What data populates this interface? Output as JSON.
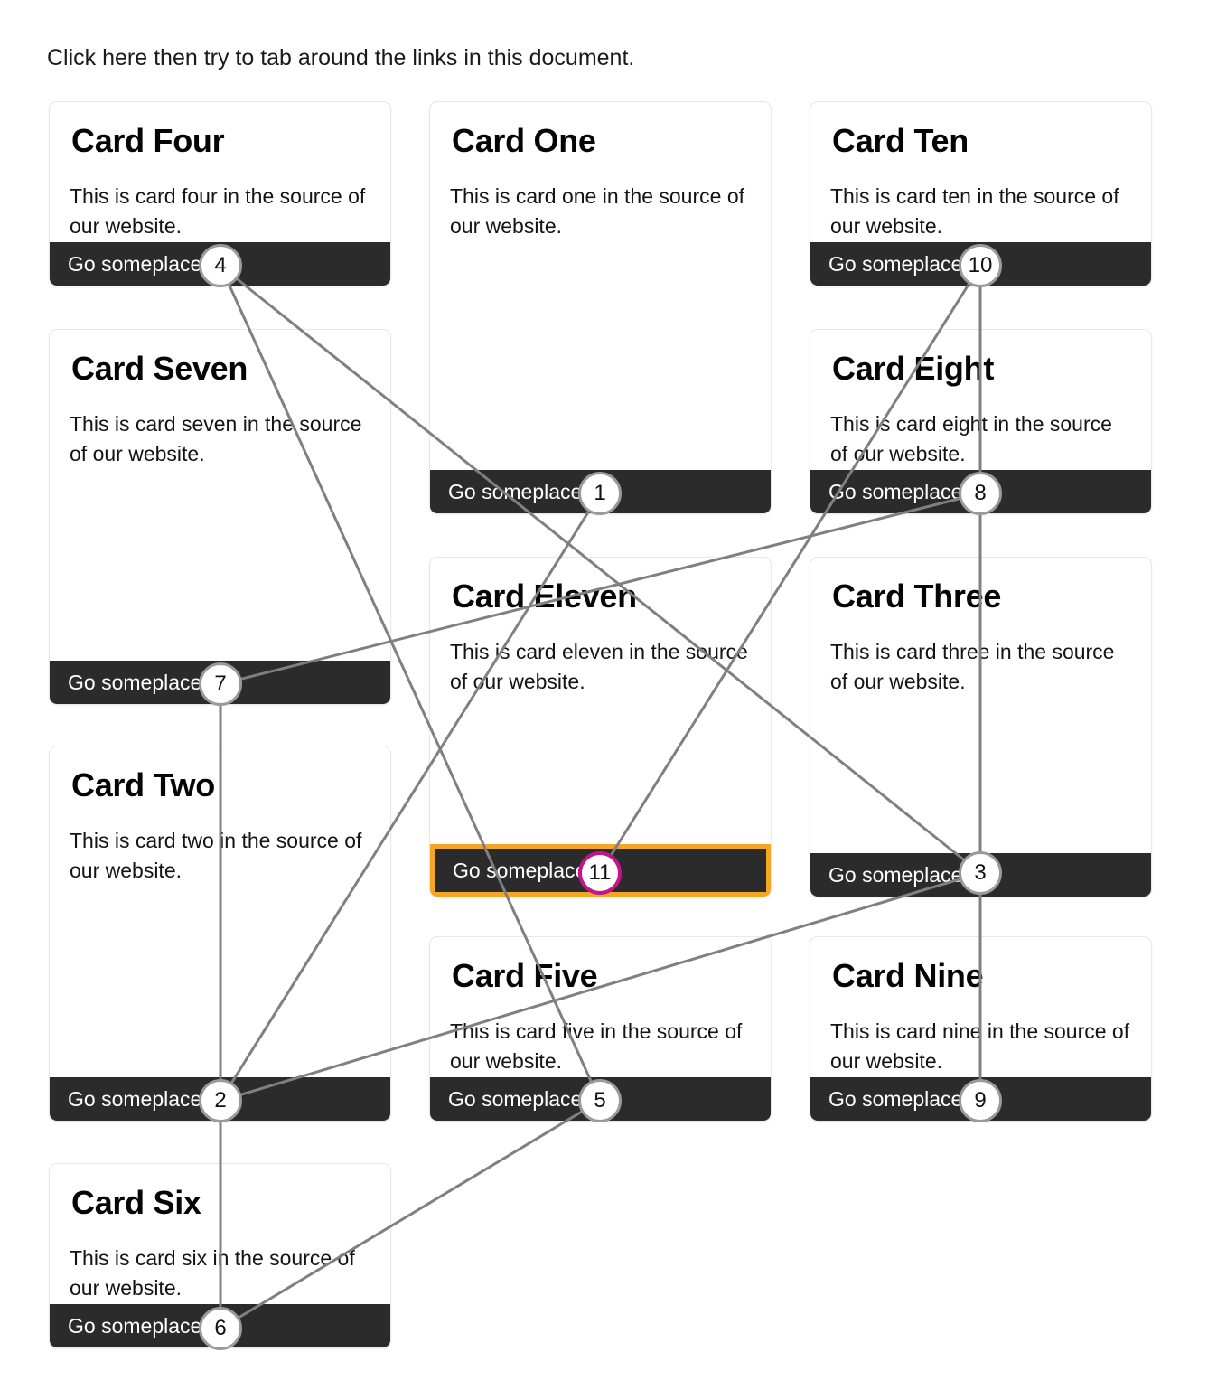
{
  "page": {
    "intro": "Click here then try to tab around the links in this document.",
    "link_label": "Go someplace",
    "focus_outline_color": "#f5a623",
    "focus_badge_ring_color": "#c2158c",
    "badge_ring_color": "#9a9a9a",
    "link_bar_color": "#2b2b2b",
    "connector_color": "#808080"
  },
  "cards": [
    {
      "title": "Card Four",
      "body": "This is card four in the source of our website.",
      "link": "Go someplace",
      "tab_index": "4",
      "focused": false
    },
    {
      "title": "Card One",
      "body": "This is card one in the source of our website.",
      "link": "Go someplace",
      "tab_index": "1",
      "focused": false
    },
    {
      "title": "Card Ten",
      "body": "This is card ten in the source of our website.",
      "link": "Go someplace",
      "tab_index": "10",
      "focused": false
    },
    {
      "title": "Card Seven",
      "body": "This is card seven in the source of our website.",
      "link": "Go someplace",
      "tab_index": "7",
      "focused": false
    },
    {
      "title": "Card Eight",
      "body": "This is card eight in the source of our website.",
      "link": "Go someplace",
      "tab_index": "8",
      "focused": false
    },
    {
      "title": "Card Eleven",
      "body": "This is card eleven in the source of our website.",
      "link": "Go someplace",
      "tab_index": "11",
      "focused": true
    },
    {
      "title": "Card Three",
      "body": "This is card three in the source of our website.",
      "link": "Go someplace",
      "tab_index": "3",
      "focused": false
    },
    {
      "title": "Card Two",
      "body": "This is card two in the source of our website.",
      "link": "Go someplace",
      "tab_index": "2",
      "focused": false
    },
    {
      "title": "Card Five",
      "body": "This is card five in the source of our website.",
      "link": "Go someplace",
      "tab_index": "5",
      "focused": false
    },
    {
      "title": "Card Nine",
      "body": "This is card nine in the source of our website.",
      "link": "Go someplace",
      "tab_index": "9",
      "focused": false
    },
    {
      "title": "Card Six",
      "body": "This is card six in the source of our website.",
      "link": "Go someplace",
      "tab_index": "6",
      "focused": false
    }
  ],
  "tab_order": [
    "1",
    "2",
    "3",
    "4",
    "5",
    "6",
    "7",
    "8",
    "9",
    "10",
    "11"
  ]
}
